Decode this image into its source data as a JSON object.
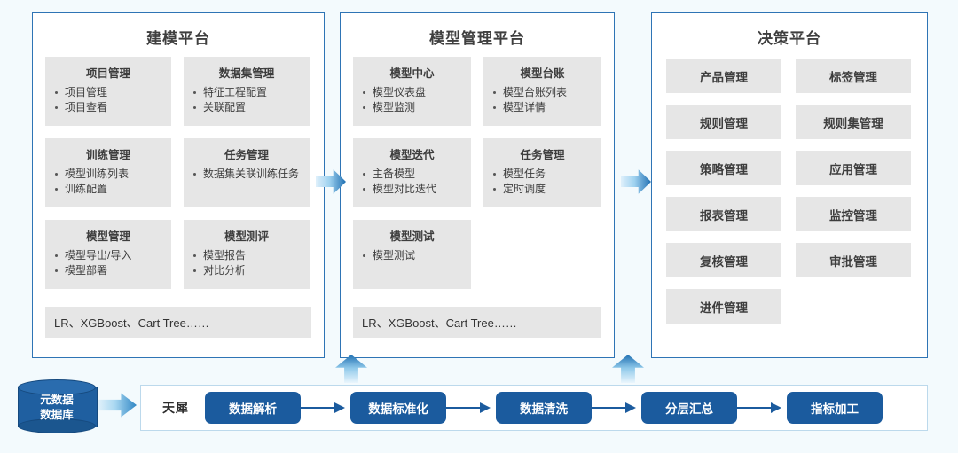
{
  "page": {
    "background_color": "#f3fafd",
    "panel_border_color": "#2e74b5",
    "card_color": "#e6e6e6",
    "accent_blue": "#1b5b9e"
  },
  "panels": [
    {
      "id": "modeling",
      "title": "建模平台",
      "cards": [
        {
          "title": "项目管理",
          "items": [
            "项目管理",
            "项目查看"
          ]
        },
        {
          "title": "数据集管理",
          "items": [
            "特征工程配置",
            "关联配置"
          ]
        },
        {
          "title": "训练管理",
          "items": [
            "模型训练列表",
            "训练配置"
          ]
        },
        {
          "title": "任务管理",
          "items": [
            "数据集关联训练任务"
          ]
        },
        {
          "title": "模型管理",
          "items": [
            "模型导出/导入",
            "模型部署"
          ]
        },
        {
          "title": "模型测评",
          "items": [
            "模型报告",
            "对比分析"
          ]
        }
      ],
      "algo_bar": "LR、XGBoost、Cart Tree……"
    },
    {
      "id": "model-management",
      "title": "模型管理平台",
      "cards": [
        {
          "title": "模型中心",
          "items": [
            "模型仪表盘",
            "模型监测"
          ]
        },
        {
          "title": "模型台账",
          "items": [
            "模型台账列表",
            "模型详情"
          ]
        },
        {
          "title": "模型迭代",
          "items": [
            "主备模型",
            "模型对比迭代"
          ]
        },
        {
          "title": "任务管理",
          "items": [
            "模型任务",
            "定时调度"
          ]
        },
        {
          "title": "模型测试",
          "items": [
            "模型测试"
          ]
        }
      ],
      "algo_bar": "LR、XGBoost、Cart Tree……"
    },
    {
      "id": "decision",
      "title": "决策平台",
      "buttons": [
        "产品管理",
        "标签管理",
        "规则管理",
        "规则集管理",
        "策略管理",
        "应用管理",
        "报表管理",
        "监控管理",
        "复核管理",
        "审批管理",
        "进件管理"
      ]
    }
  ],
  "database": {
    "line1": "元数据",
    "line2": "数据库"
  },
  "pipeline": {
    "label": "天犀",
    "steps": [
      "数据解析",
      "数据标准化",
      "数据清洗",
      "分层汇总",
      "指标加工"
    ]
  }
}
